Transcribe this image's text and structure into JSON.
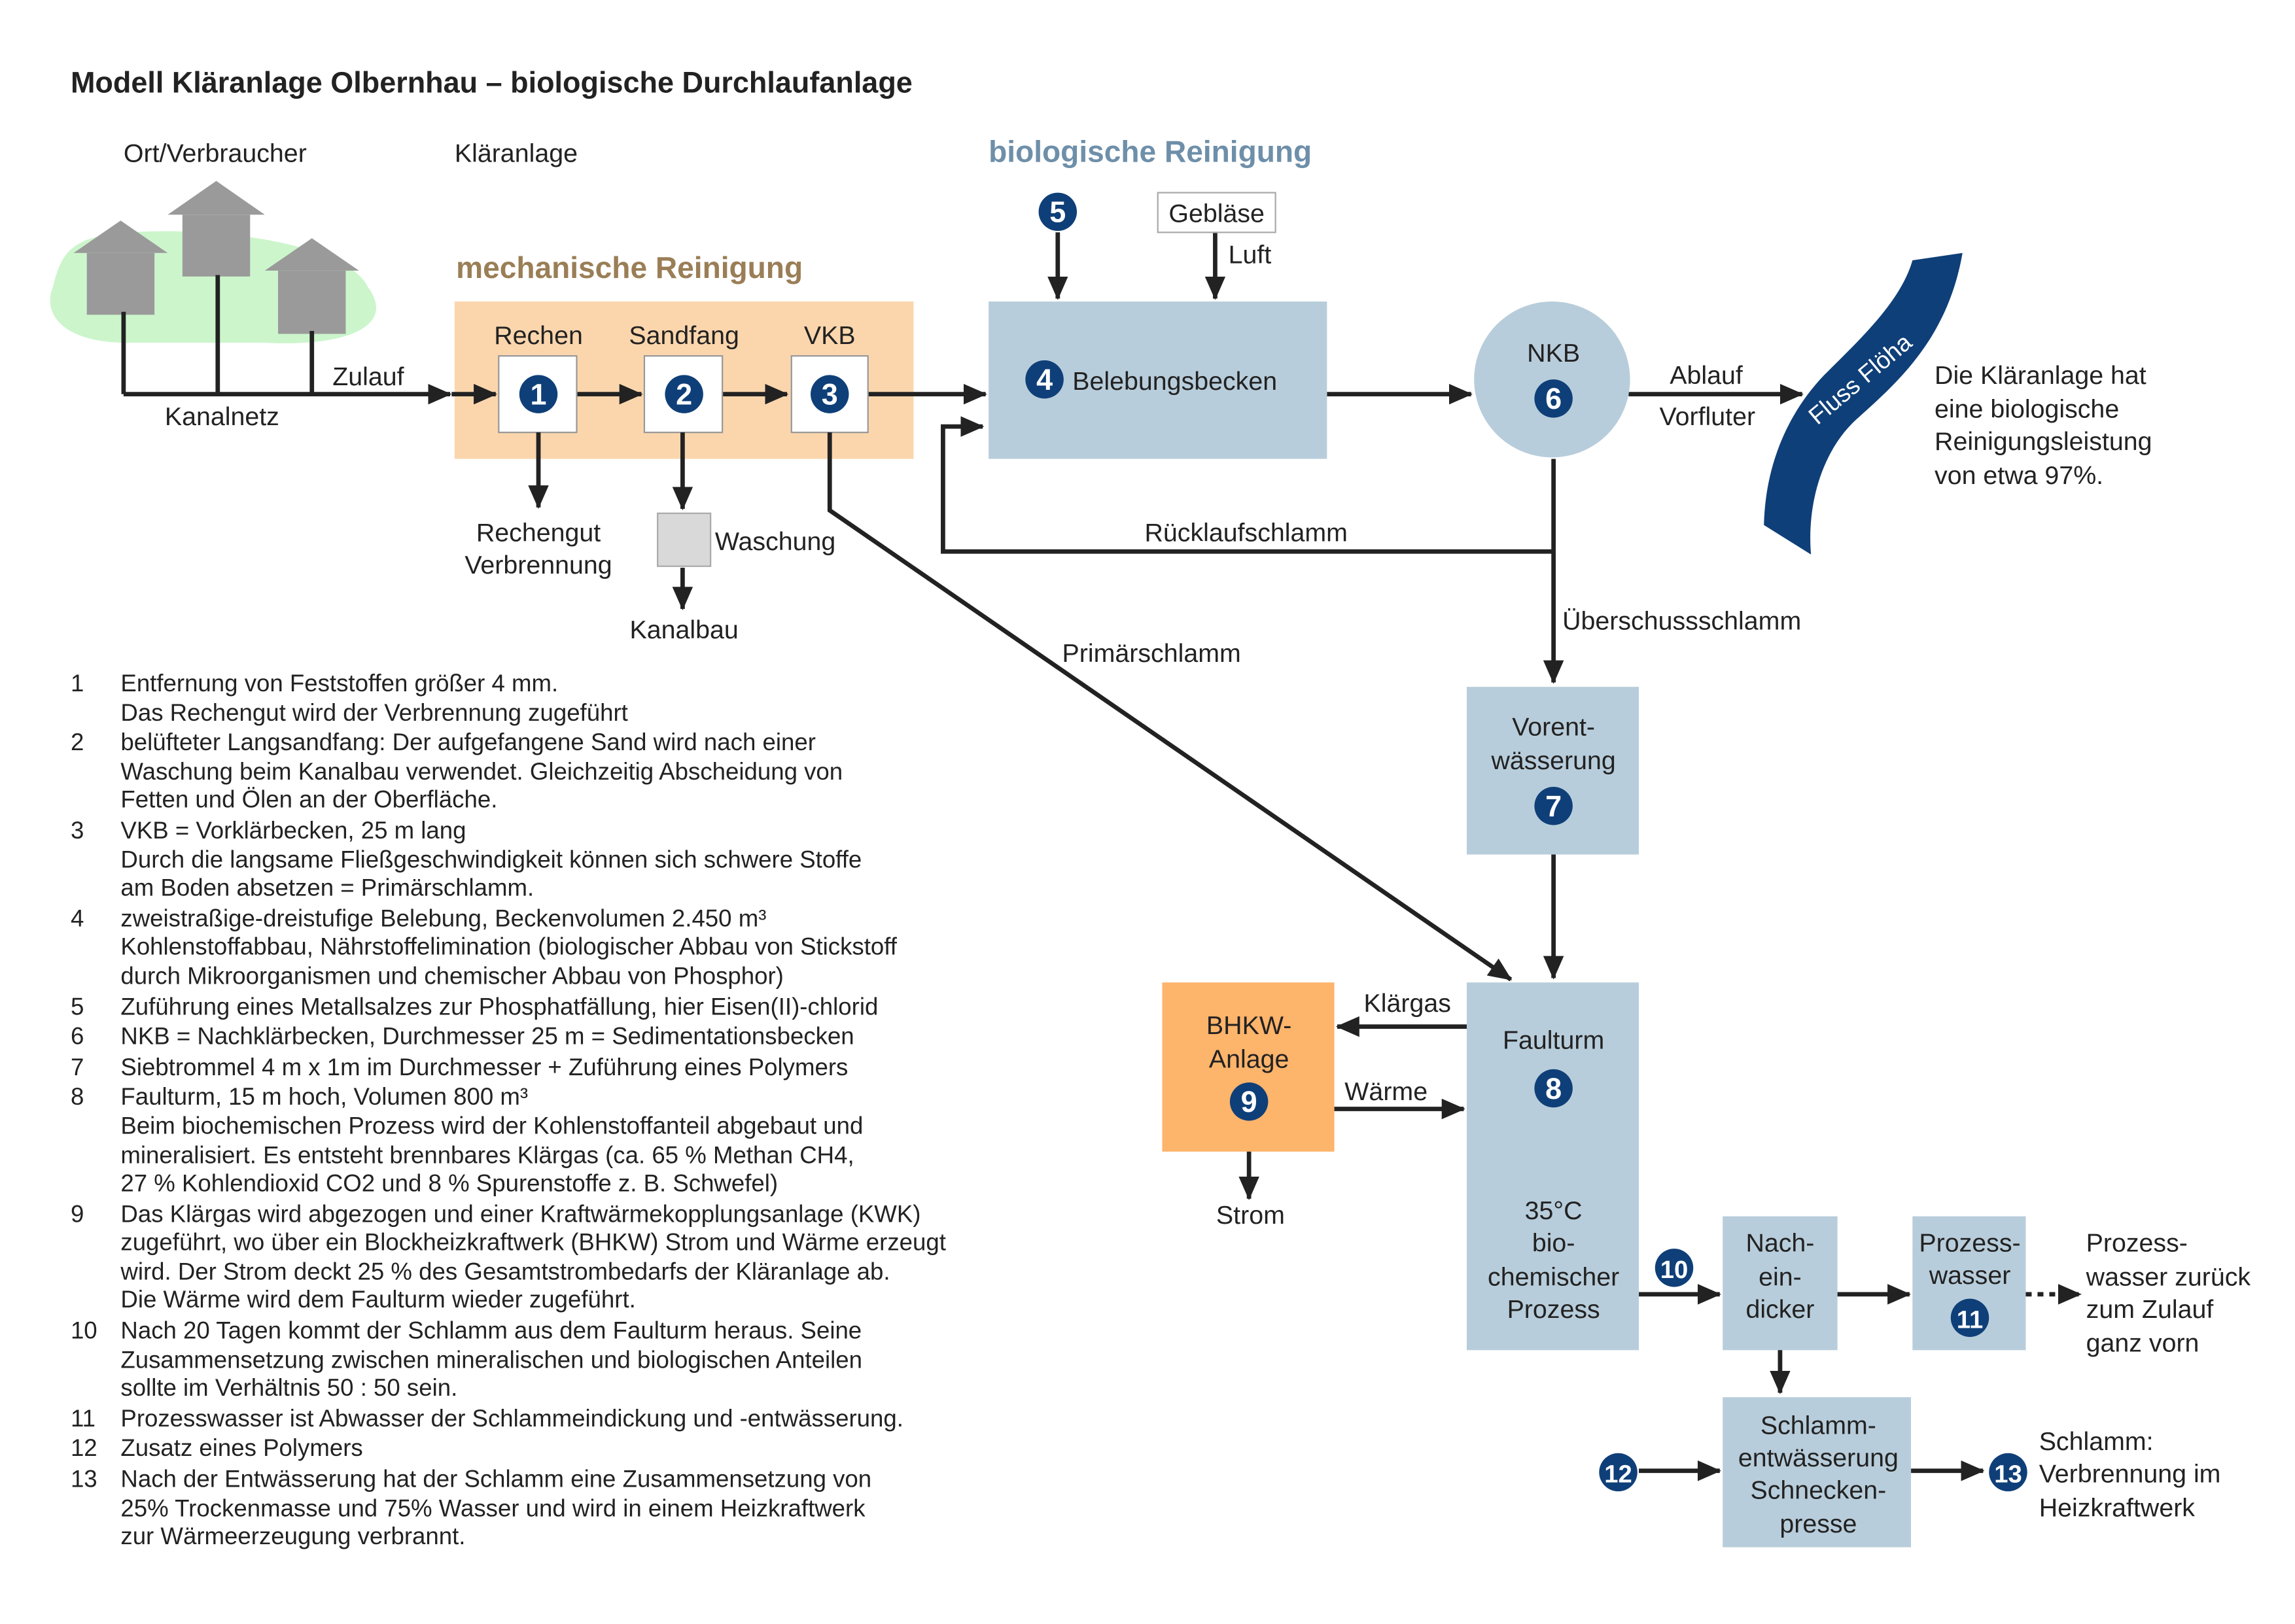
{
  "title": "Modell Kläranlage Olbernhau – biologische Durchlaufanlage",
  "colors": {
    "navy": "#0f3f78",
    "box_blue": "#b8cddb",
    "mech_bg": "#fbd6ad",
    "bhkw_orange": "#fdb46b",
    "community_green": "#ccf5cc",
    "mech_heading": "#9a7e56",
    "bio_heading": "#6e8fa9",
    "house_gray": "#9a9a9a",
    "arrow": "#222222"
  },
  "headings": {
    "ort": "Ort/Verbraucher",
    "klaeranlage": "Kläranlage",
    "mech": "mechanische Reinigung",
    "bio": "biologische Reinigung"
  },
  "labels": {
    "zulauf": "Zulauf",
    "kanalnetz": "Kanalnetz",
    "rechen": "Rechen",
    "sandfang": "Sandfang",
    "vkb": "VKB",
    "rechengut_1": "Rechengut",
    "rechengut_2": "Verbrennung",
    "waschung": "Waschung",
    "kanalbau": "Kanalbau",
    "geblaese": "Gebläse",
    "luft": "Luft",
    "belebungsbecken": "Belebungsbecken",
    "nkb": "NKB",
    "ablauf": "Ablauf",
    "vorfluter": "Vorfluter",
    "river": "Fluss Flöha",
    "ruecklauf": "Rücklaufschlamm",
    "ueberschuss": "Überschussschlamm",
    "primaer": "Primärschlamm",
    "vorent_1": "Vorent-",
    "vorent_2": "wässerung",
    "faulturm": "Faulturm",
    "prozess_1": "35°C",
    "prozess_2": "bio-",
    "prozess_3": "chemischer",
    "prozess_4": "Prozess",
    "bhkw_1": "BHKW-",
    "bhkw_2": "Anlage",
    "klaergas": "Klärgas",
    "waerme": "Wärme",
    "strom": "Strom",
    "nach_1": "Nach-",
    "nach_2": "ein-",
    "nach_3": "dicker",
    "pw_1": "Prozess-",
    "pw_2": "wasser",
    "pwz_1": "Prozess-",
    "pwz_2": "wasser zurück",
    "pwz_3": "zum Zulauf",
    "pwz_4": "ganz vorn",
    "se_1": "Schlamm-",
    "se_2": "entwässerung",
    "se_3": "Schnecken-",
    "se_4": "presse",
    "sv_1": "Schlamm:",
    "sv_2": "Verbrennung im",
    "sv_3": "Heizkraftwerk",
    "info_1": "Die Kläranlage hat",
    "info_2": "eine biologische",
    "info_3": "Reinigungsleistung",
    "info_4": "von etwa 97%."
  },
  "badges": {
    "b1": "1",
    "b2": "2",
    "b3": "3",
    "b4": "4",
    "b5": "5",
    "b6": "6",
    "b7": "7",
    "b8": "8",
    "b9": "9",
    "b10": "10",
    "b11": "11",
    "b12": "12",
    "b13": "13"
  },
  "notes": [
    {
      "num": "1",
      "text": "Entfernung von Feststoffen größer 4 mm.\nDas Rechengut wird der Verbrennung zugeführt"
    },
    {
      "num": "2",
      "text": "belüfteter Langsandfang: Der aufgefangene Sand wird nach einer\nWaschung beim Kanalbau verwendet. Gleichzeitig Abscheidung von\nFetten und Ölen an der Oberfläche."
    },
    {
      "num": "3",
      "text": "VKB = Vorklärbecken, 25 m lang\nDurch die langsame Fließgeschwindigkeit können sich schwere Stoffe\nam Boden absetzen = Primärschlamm."
    },
    {
      "num": "4",
      "text": "zweistraßige-dreistufige Belebung, Beckenvolumen 2.450 m³\nKohlenstoffabbau, Nährstoffelimination (biologischer Abbau von Stickstoff\ndurch Mikroorganismen und chemischer Abbau von Phosphor)"
    },
    {
      "num": "5",
      "text": "Zuführung eines Metallsalzes zur Phosphatfällung, hier Eisen(II)-chlorid"
    },
    {
      "num": "6",
      "text": "NKB = Nachklärbecken, Durchmesser 25 m = Sedimentationsbecken"
    },
    {
      "num": "7",
      "text": "Siebtrommel 4 m x 1m im Durchmesser + Zuführung eines Polymers"
    },
    {
      "num": "8",
      "text": "Faulturm, 15 m hoch, Volumen 800 m³\nBeim biochemischen Prozess wird der Kohlenstoffanteil abgebaut und\nmineralisiert. Es entsteht brennbares Klärgas (ca. 65 % Methan CH4,\n27 % Kohlendioxid CO2 und 8 % Spurenstoffe z. B. Schwefel)"
    },
    {
      "num": "9",
      "text": "Das Klärgas wird abgezogen und einer Kraftwärmekopplungsanlage (KWK)\nzugeführt, wo über ein Blockheizkraftwerk (BHKW) Strom und Wärme erzeugt\nwird. Der Strom deckt 25 % des Gesamtstrombedarfs der Kläranlage ab.\nDie Wärme wird dem Faulturm wieder zugeführt."
    },
    {
      "num": "10",
      "text": "Nach 20 Tagen kommt der Schlamm aus dem Faulturm heraus. Seine\nZusammensetzung zwischen mineralischen und biologischen Anteilen\nsollte im Verhältnis 50 : 50 sein."
    },
    {
      "num": "11",
      "text": "Prozesswasser ist Abwasser der Schlammeindickung und -entwässerung."
    },
    {
      "num": "12",
      "text": "Zusatz eines Polymers"
    },
    {
      "num": "13",
      "text": "Nach der Entwässerung hat der Schlamm eine Zusammensetzung von\n25% Trockenmasse und 75% Wasser und wird in einem Heizkraftwerk\nzur Wärmeerzeugung verbrannt."
    }
  ]
}
